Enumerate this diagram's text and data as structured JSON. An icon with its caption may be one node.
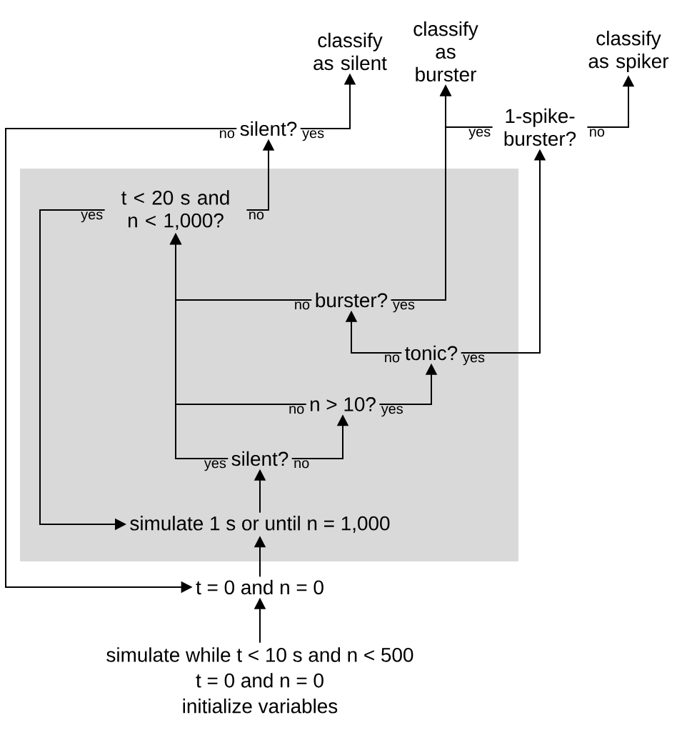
{
  "diagram": {
    "nodes": [
      {
        "text": [
          "simulate while t < 10 s and n < 500",
          "t = 0 and n = 0",
          "initialize variables"
        ]
      },
      {
        "text": [
          "t = 0 and n = 0"
        ]
      },
      {
        "text": [
          "simulate 1 s or until n = 1,000"
        ]
      },
      {
        "text": [
          "silent?"
        ]
      },
      {
        "text": [
          "n > 10?"
        ]
      },
      {
        "text": [
          "tonic?"
        ]
      },
      {
        "text": [
          "burster?"
        ]
      },
      {
        "text": [
          "t < 20 s and n < 1,000?"
        ]
      },
      {
        "text": [
          "silent?"
        ]
      },
      {
        "text": [
          "1-spike-burster?"
        ]
      },
      {
        "text": [
          "classify as silent"
        ]
      },
      {
        "text": [
          "classify as burster"
        ]
      },
      {
        "text": [
          "classify as spiker"
        ]
      }
    ],
    "edges": [
      {
        "from": 0,
        "to": 1,
        "arrow": "to"
      },
      {
        "from": 1,
        "to": 2,
        "arrow": "to"
      },
      {
        "from": 2,
        "to": 3,
        "arrow": "to"
      },
      {
        "from": 3,
        "to": 7,
        "arrow": "to",
        "label": "yes"
      },
      {
        "from": 3,
        "to": 4,
        "arrow": "to",
        "label": "no"
      },
      {
        "from": 4,
        "to": 7,
        "arrow": "to",
        "label": "no"
      },
      {
        "from": 4,
        "to": 5,
        "arrow": "to",
        "label": "yes"
      },
      {
        "from": 5,
        "to": 6,
        "arrow": "to",
        "label": "no"
      },
      {
        "from": 5,
        "to": 9,
        "arrow": "to",
        "label": "yes"
      },
      {
        "from": 6,
        "to": 7,
        "arrow": "to",
        "label": "no"
      },
      {
        "from": 6,
        "to": 11,
        "arrow": "to",
        "label": "yes"
      },
      {
        "from": 7,
        "to": 2,
        "arrow": "to",
        "label": "yes"
      },
      {
        "from": 7,
        "to": 8,
        "arrow": "to",
        "label": "no"
      },
      {
        "from": 8,
        "to": 1,
        "arrow": "to",
        "label": "no"
      },
      {
        "from": 8,
        "to": 10,
        "arrow": "to",
        "label": "yes"
      },
      {
        "from": 9,
        "to": 11,
        "arrow": "to",
        "label": "yes"
      },
      {
        "from": 9,
        "to": 12,
        "arrow": "to",
        "label": "no"
      }
    ]
  }
}
